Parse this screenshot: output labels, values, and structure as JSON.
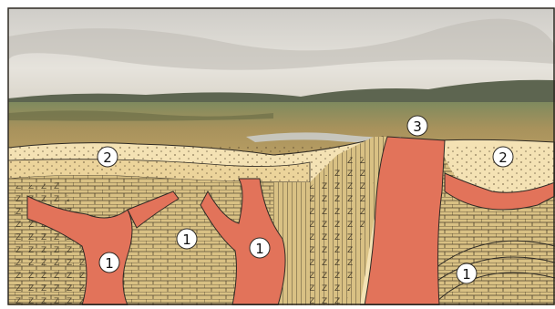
{
  "markers": [
    {
      "id": "m1a",
      "label": "1"
    },
    {
      "id": "m1b",
      "label": "1"
    },
    {
      "id": "m1c",
      "label": "1"
    },
    {
      "id": "m1d",
      "label": "1"
    },
    {
      "id": "m2a",
      "label": "2"
    },
    {
      "id": "m2b",
      "label": "2"
    },
    {
      "id": "m3",
      "label": "3"
    }
  ],
  "colors": {
    "sky": "#d9d6cf",
    "hills": "#5d6550",
    "field": "#a7925a",
    "sediment_light": "#f4e2b4",
    "sediment_dark": "#e9cf95",
    "bedrock": "#d9c184",
    "intrusion": "#e2735a",
    "outline": "#2e2a24"
  }
}
